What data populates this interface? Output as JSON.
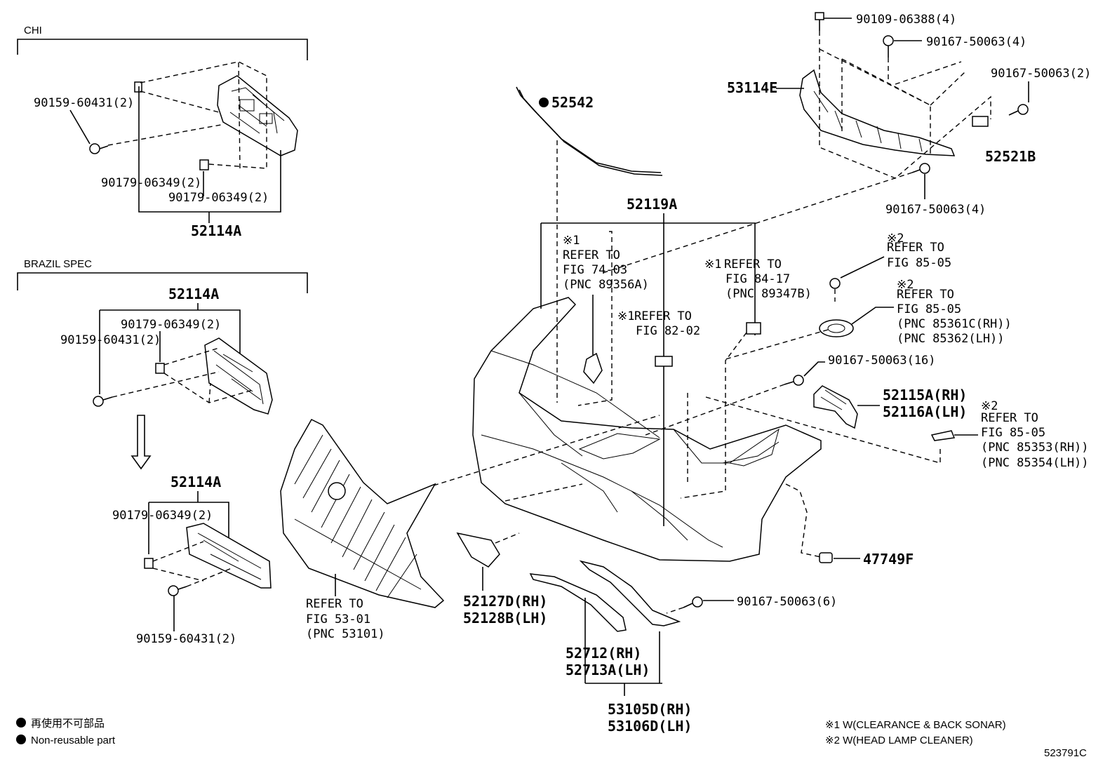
{
  "sections": {
    "chi": "CHI",
    "brazil": "BRAZIL SPEC"
  },
  "labels": {
    "p52542": "52542",
    "p90109_06388": "90109-06388(4)",
    "p90167_50063_4a": "90167-50063(4)",
    "p90167_50063_2": "90167-50063(2)",
    "p53114E": "53114E",
    "p52521B": "52521B",
    "p90167_50063_4b": "90167-50063(4)",
    "p52119A": "52119A",
    "p90159_60431_chi": "90159-60431(2)",
    "p90179_06349_chi_a": "90179-06349(2)",
    "p90179_06349_chi_b": "90179-06349(2)",
    "p52114A_chi": "52114A",
    "p52114A_br1": "52114A",
    "p90179_06349_br1": "90179-06349(2)",
    "p90159_60431_br1": "90159-60431(2)",
    "p52114A_br2": "52114A",
    "p90179_06349_br2": "90179-06349(2)",
    "p90159_60431_br2": "90159-60431(2)",
    "p90167_50063_16": "90167-50063(16)",
    "p52115A": "52115A(RH)",
    "p52116A": "52116A(LH)",
    "p47749F": "47749F",
    "p90167_50063_6": "90167-50063(6)",
    "p52127D": "52127D(RH)",
    "p52128B": "52128B(LH)",
    "p52712": "52712(RH)",
    "p52713A": "52713A(LH)",
    "p53105D": "53105D(RH)",
    "p53106D": "53106D(LH)"
  },
  "refs": {
    "fig7403": {
      "mark": "※1",
      "line1": "REFER TO",
      "line2": "FIG 74-03",
      "line3": "(PNC 89356A)"
    },
    "fig8202": {
      "mark": "※1",
      "line1": "REFER TO",
      "line2": "FIG 82-02"
    },
    "fig8417": {
      "mark": "※1",
      "line1": "REFER TO",
      "line2": "FIG 84-17",
      "line3": "(PNC 89347B)"
    },
    "fig8505a": {
      "mark": "※2",
      "line1": "REFER TO",
      "line2": "FIG 85-05"
    },
    "fig8505b": {
      "mark": "※2",
      "line1": "REFER TO",
      "line2": "FIG 85-05",
      "line3": "(PNC 85361C(RH))",
      "line4": "(PNC 85362(LH))"
    },
    "fig8505c": {
      "mark": "※2",
      "line1": "REFER TO",
      "line2": "FIG 85-05",
      "line3": "(PNC 85353(RH))",
      "line4": "(PNC 85354(LH))"
    },
    "fig5301": {
      "line1": "REFER TO",
      "line2": "FIG 53-01",
      "line3": "(PNC 53101)"
    }
  },
  "legend": {
    "jp": "再使用不可部品",
    "en": "Non-reusable part"
  },
  "notes": {
    "n1": "※1 W(CLEARANCE & BACK SONAR)",
    "n2": "※2 W(HEAD LAMP CLEANER)"
  },
  "figure_id": "523791C"
}
